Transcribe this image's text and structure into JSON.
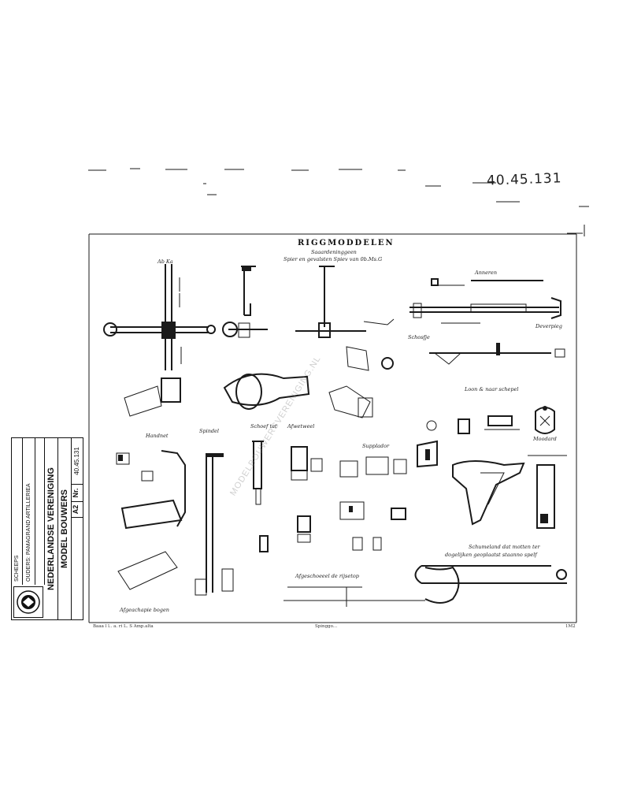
{
  "header": {
    "handwritten_ref": "40.45.131"
  },
  "sheet": {
    "title": "RIGGMODDELEN",
    "subtitle": "Saaardeninggeen",
    "subtitle2": "Spier en gevalsten Spiev van 0b.Ms.G"
  },
  "labels": {
    "top_left_part": "Ab Ka",
    "detail_right": "Anneren",
    "detail_right2": "Deverpieg",
    "detail_pin": "Schosfje",
    "section_left": "Handnet",
    "section_mid1": "Spindel",
    "section_mid2": "Schoef tat",
    "section_mid3": "Afwetweel",
    "section_mid4": "Supplador",
    "section_right": "Loon & naar schepel",
    "crest_caption": "Moodard",
    "bottom_center": "Afgeschoeeel de rijsetop",
    "bottom_right1": "Schumeland dat motten ter",
    "bottom_right2": "dogelijken geoplaatst staanno spelf",
    "bottom_left_caption": "Afgeachapie bogen",
    "footer_left": "Baaa l l.. a. ri L. S Amp.alta",
    "footer_center": "Spinggo...",
    "footer_right": "1M2"
  },
  "title_block": {
    "org_line1": "NEDERLANDSE VERENIGING",
    "org_line2": "MODEL BOUWERS",
    "subject": "OUDERS: PAMAGRAND ARTILLERIEA",
    "category": "SCHEEPS",
    "size": "A2",
    "nr_label": "Nr.",
    "nr_value": "40.45.131"
  },
  "watermark": "MODELBOUWERSVERENIGING.NL"
}
